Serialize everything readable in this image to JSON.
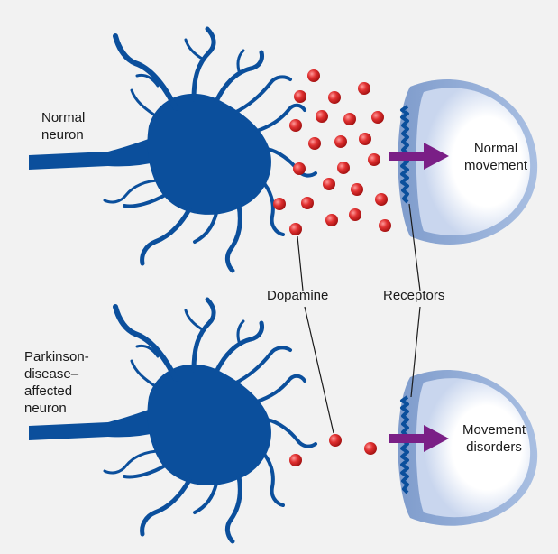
{
  "labels": {
    "normal_neuron": "Normal\nneuron",
    "parkinson_neuron": "Parkinson-\ndisease–\naffected\nneuron",
    "normal_movement": "Normal\nmovement",
    "movement_disorders": "Movement\ndisorders",
    "dopamine": "Dopamine",
    "receptors": "Receptors"
  },
  "colors": {
    "background": "#f2f2f2",
    "neuron": "#0b4f9c",
    "dopamine": "#d92525",
    "arrow": "#7a1f86",
    "receptor_cell": "#9fb7dc",
    "receptor_highlight": "#ffffff"
  },
  "icons": {
    "neuron": "neuron-icon",
    "dopamine": "dopamine-molecule-icon",
    "receptor": "receptor-cell-icon",
    "signal_arrow": "arrow-right-icon"
  }
}
